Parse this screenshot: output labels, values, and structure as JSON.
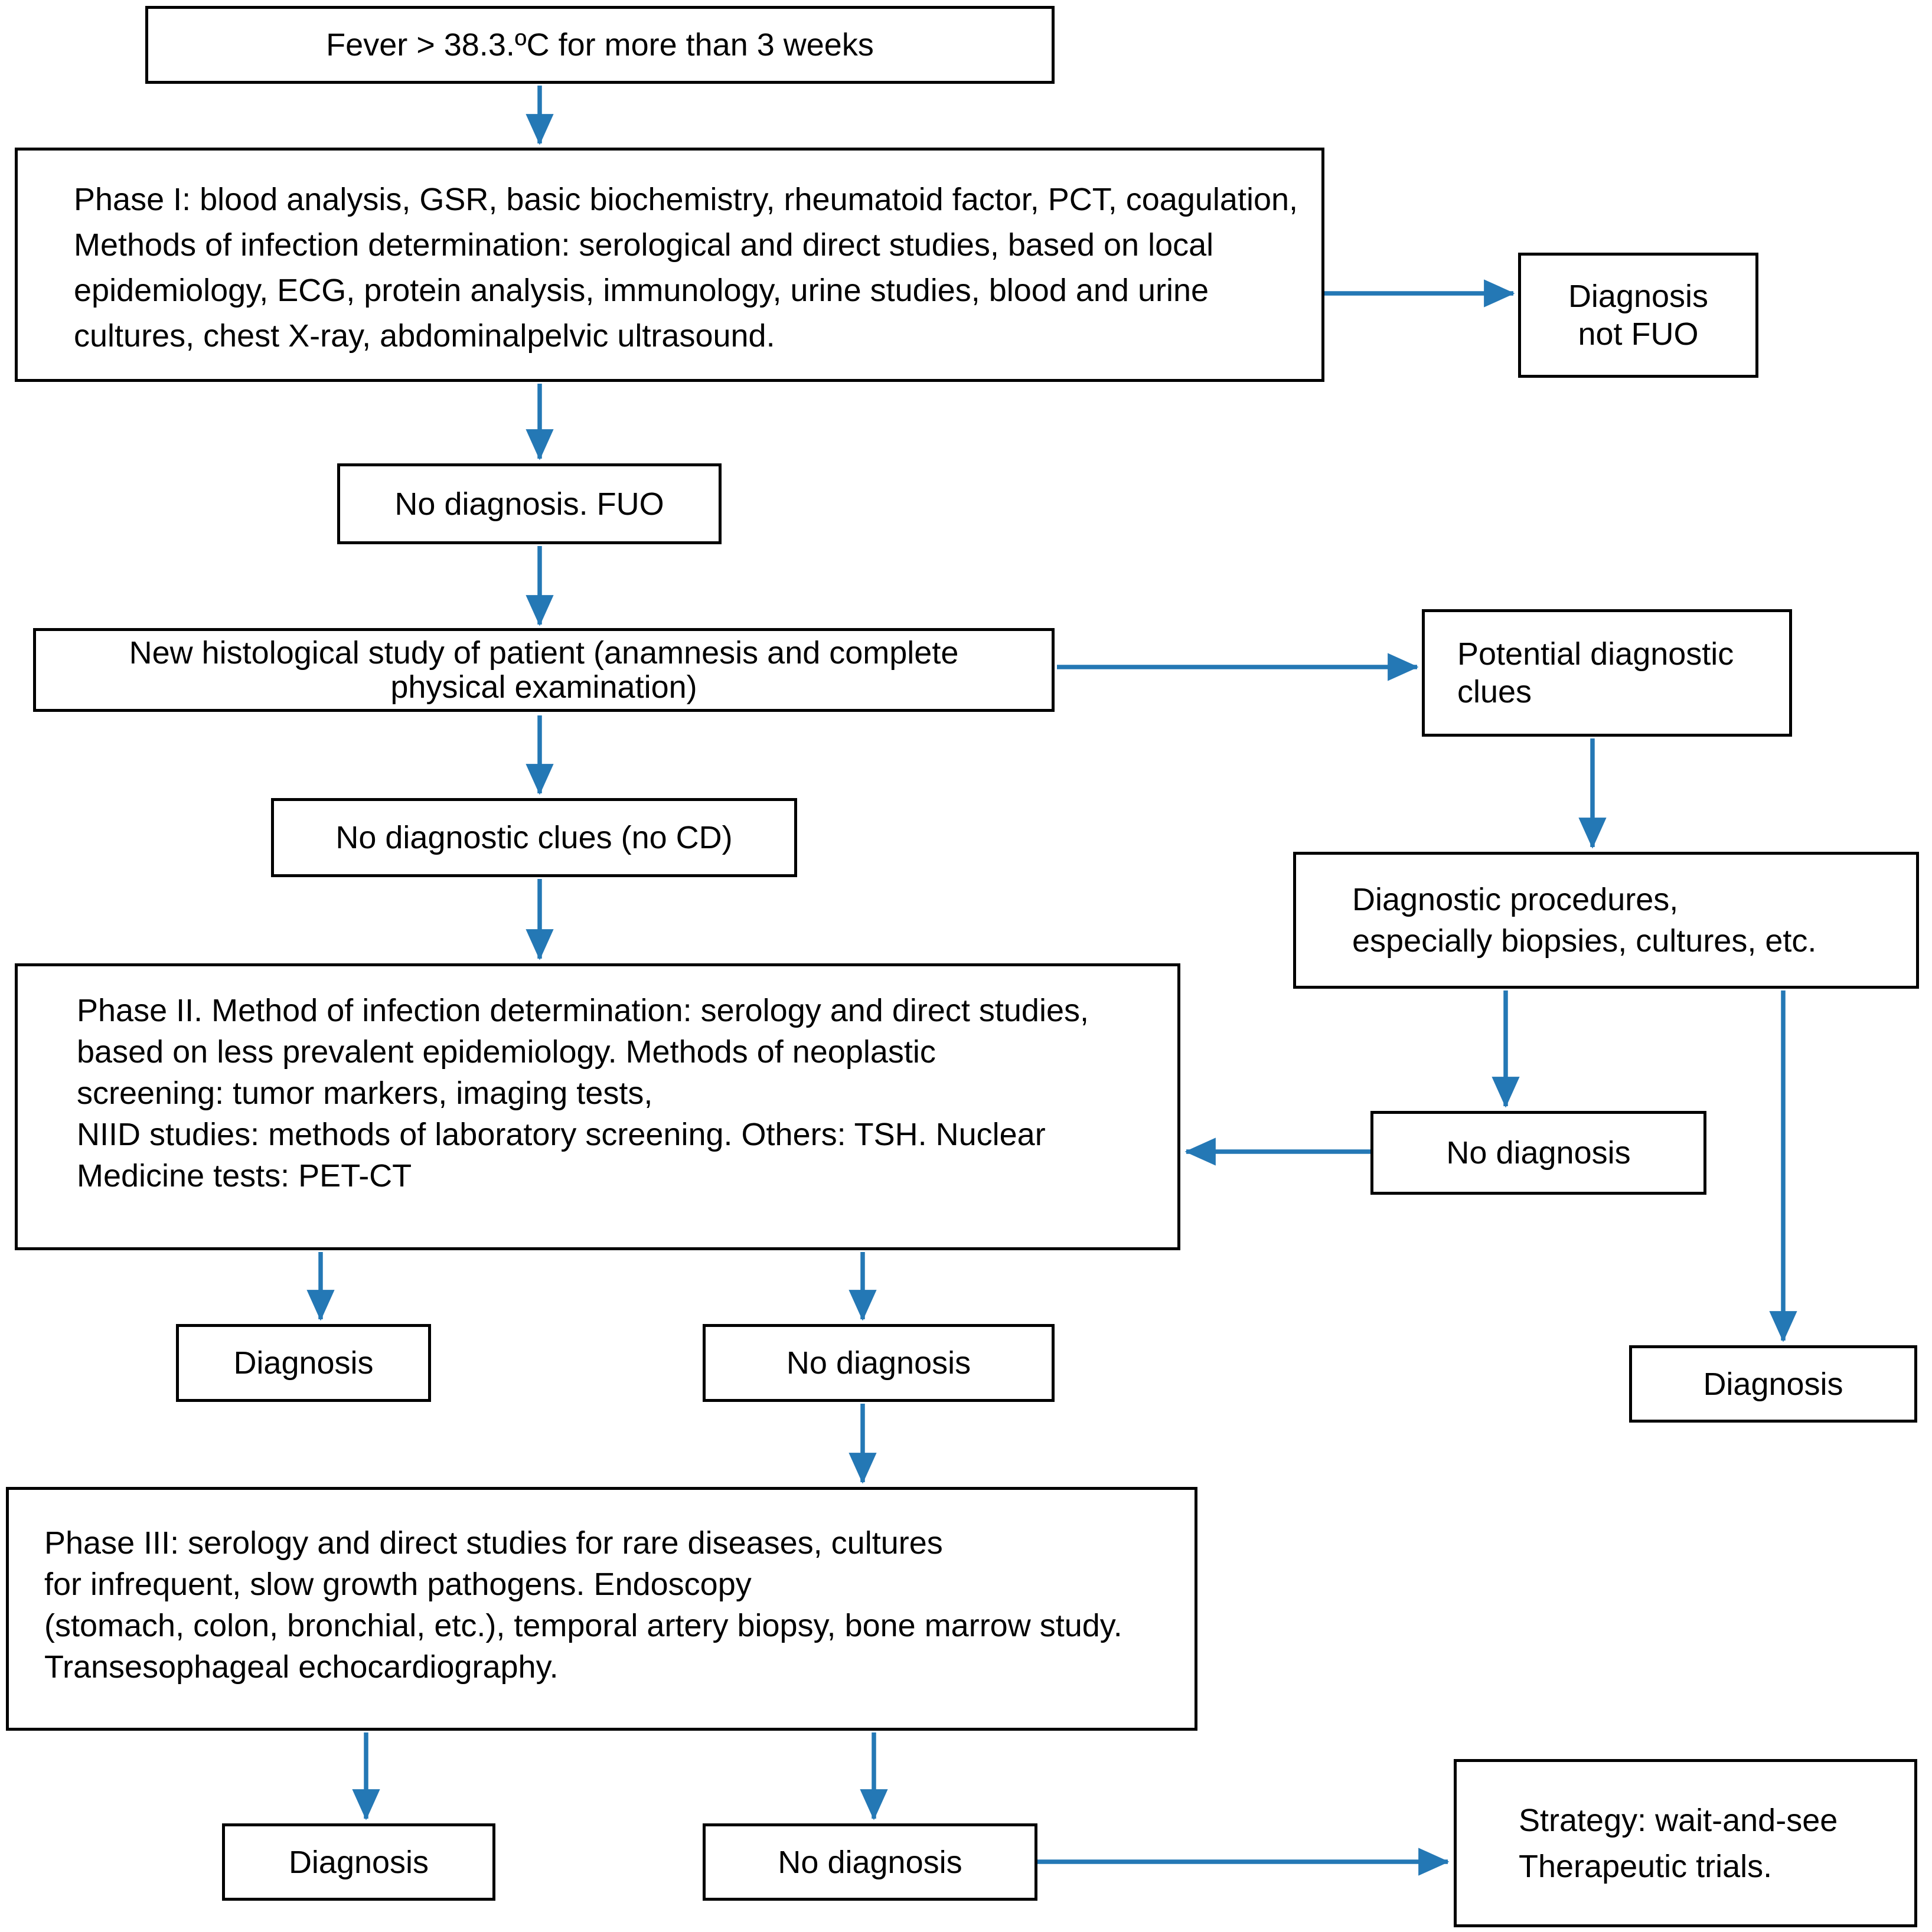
{
  "colors": {
    "arrow": "#2478B5",
    "box_border": "#000000",
    "background": "#FFFFFF",
    "text": "#000000"
  },
  "nodes": {
    "fever": {
      "text": "Fever > 38.3.ºC for more than 3 weeks"
    },
    "phase1": {
      "lines": [
        "Phase I: blood analysis, GSR, basic biochemistry, rheumatoid factor, PCT, coagulation,",
        "Methods of infection determination: serological and direct studies, based on local",
        "epidemiology, ECG, protein analysis, immunology, urine studies, blood and urine",
        "cultures, chest X-ray, abdominalpelvic ultrasound."
      ]
    },
    "diagnosis_not_fuo": {
      "lines": [
        "Diagnosis",
        "not FUO"
      ]
    },
    "no_diagnosis_fuo": {
      "text": "No diagnosis. FUO"
    },
    "new_histological": {
      "lines": [
        "New histological study of patient (anamnesis and complete",
        "physical examination)"
      ]
    },
    "potential_clues": {
      "lines": [
        "Potential diagnostic",
        "clues"
      ]
    },
    "no_diagnostic_clues": {
      "text": "No diagnostic clues (no CD)"
    },
    "phase2": {
      "lines": [
        "Phase II. Method of infection determination: serology and direct studies,",
        "based on less prevalent epidemiology. Methods of neoplastic",
        "screening: tumor markers, imaging tests,",
        "NIID studies: methods of laboratory screening. Others: TSH. Nuclear",
        "Medicine tests: PET-CT"
      ]
    },
    "diagnostic_procedures": {
      "lines": [
        "Diagnostic procedures,",
        "especially biopsies, cultures, etc."
      ]
    },
    "no_diagnosis_right": {
      "text": "No diagnosis"
    },
    "diagnosis_far_right": {
      "text": "Diagnosis"
    },
    "diagnosis_after_phase2": {
      "text": "Diagnosis"
    },
    "no_diagnosis_after_phase2": {
      "text": "No diagnosis"
    },
    "phase3": {
      "lines": [
        "Phase III: serology and direct studies for rare diseases, cultures",
        "for infrequent, slow growth pathogens. Endoscopy",
        "(stomach, colon, bronchial, etc.), temporal artery biopsy, bone marrow study.",
        "Transesophageal echocardiography."
      ]
    },
    "diagnosis_after_phase3": {
      "text": "Diagnosis"
    },
    "no_diagnosis_after_phase3": {
      "text": "No diagnosis"
    },
    "strategy": {
      "lines": [
        "Strategy: wait-and-see",
        "Therapeutic trials."
      ]
    }
  }
}
